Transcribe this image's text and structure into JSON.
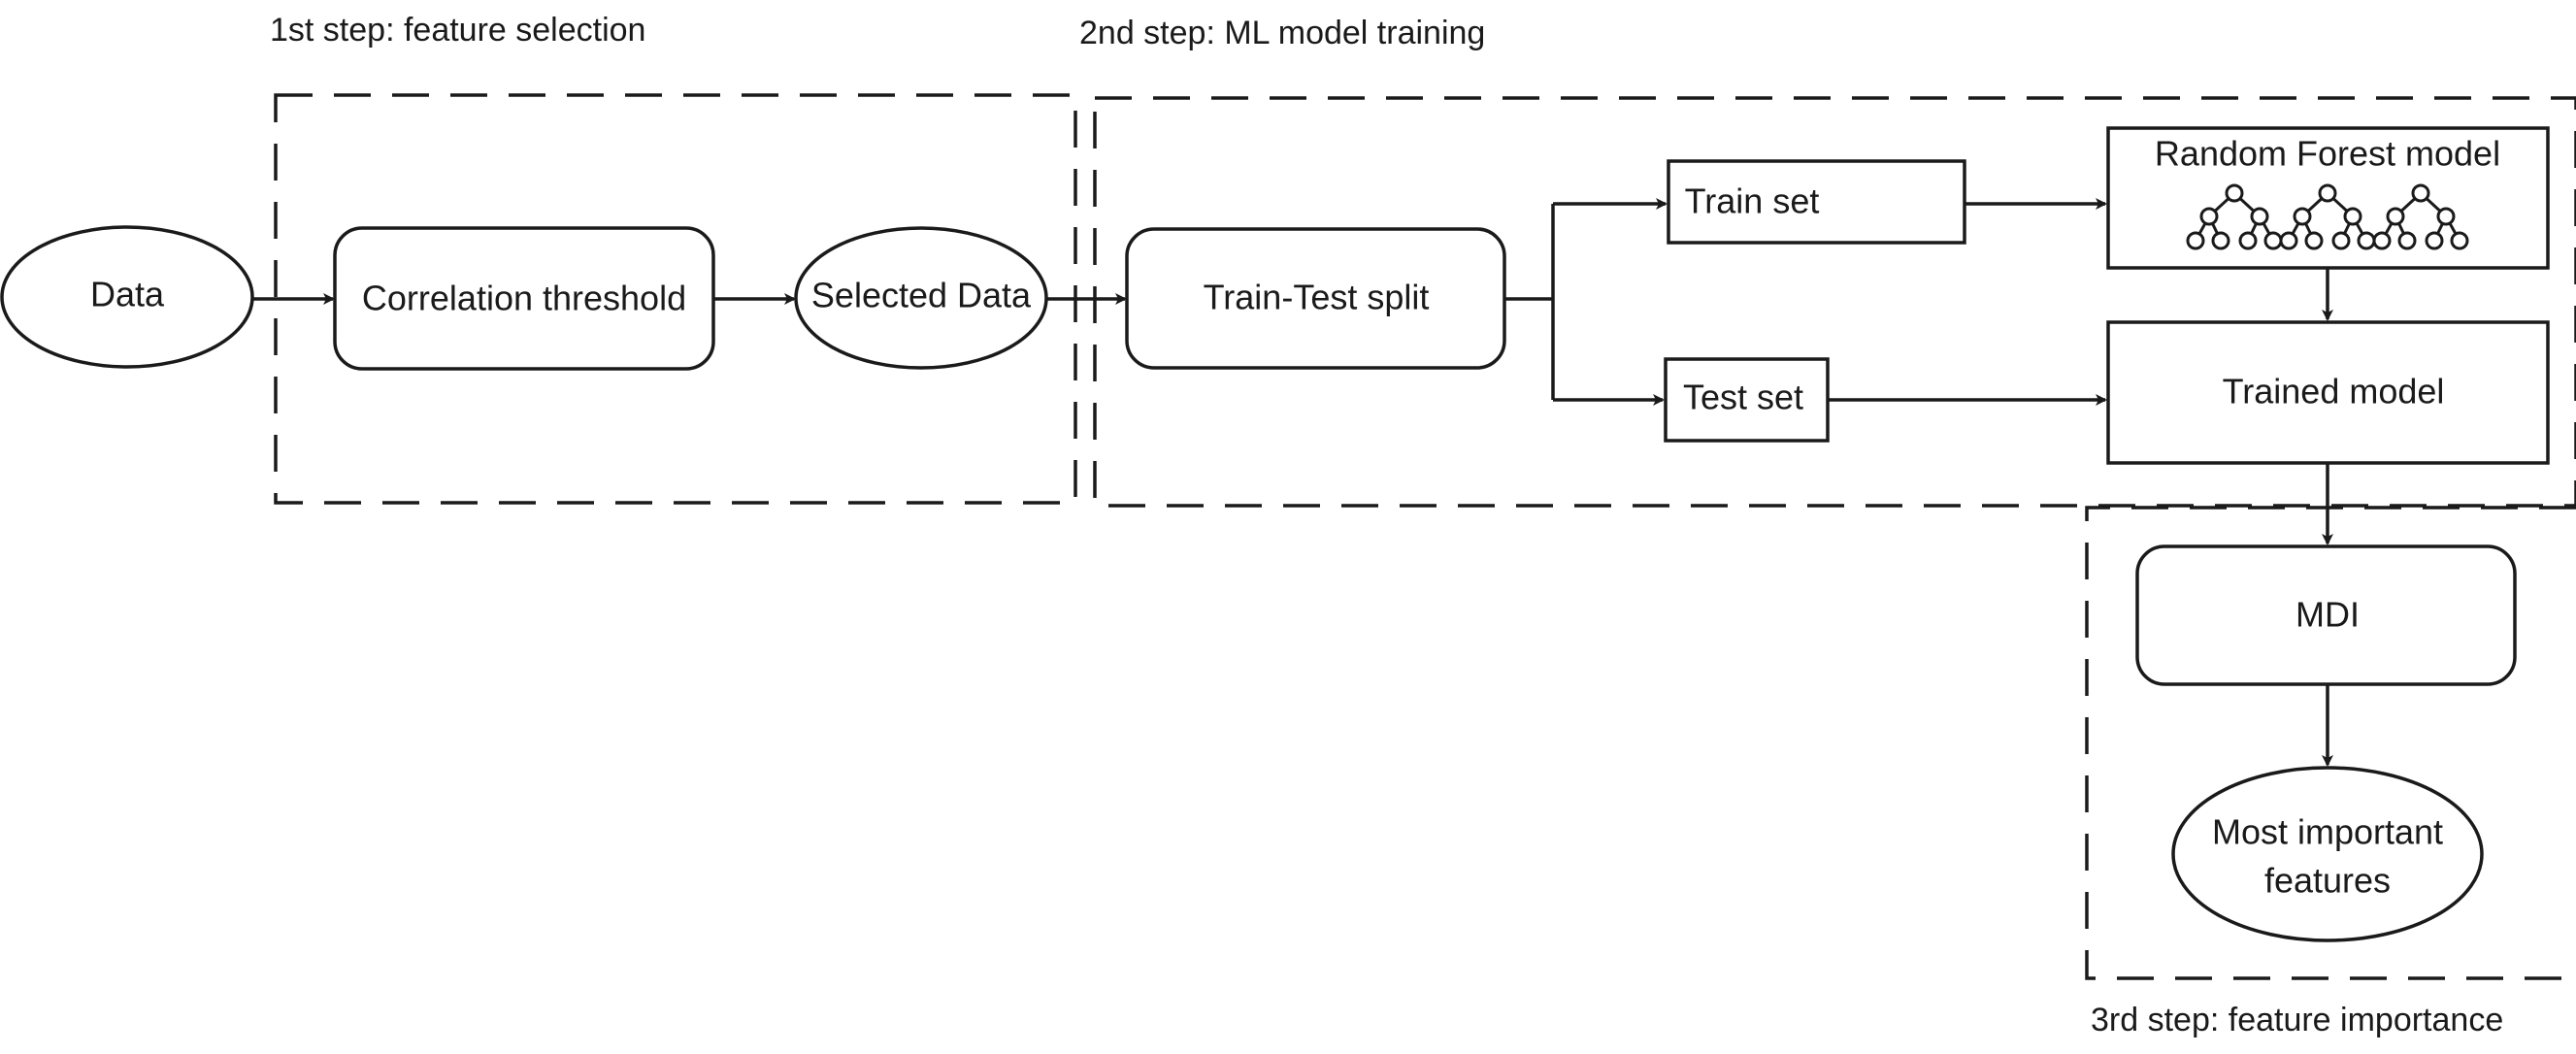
{
  "steps": {
    "step1": "1st step: feature selection",
    "step2": "2nd step: ML model training",
    "step3": "3rd step: feature importance"
  },
  "nodes": {
    "data": "Data",
    "correlation": "Correlation threshold",
    "selected": "Selected Data",
    "split": "Train-Test split",
    "train": "Train set",
    "test": "Test set",
    "rf": "Random Forest model",
    "trained": "Trained model",
    "mdi": "MDI",
    "important_line1": "Most important",
    "important_line2": "features"
  },
  "icons": {
    "tree": "decision-tree-icon"
  }
}
